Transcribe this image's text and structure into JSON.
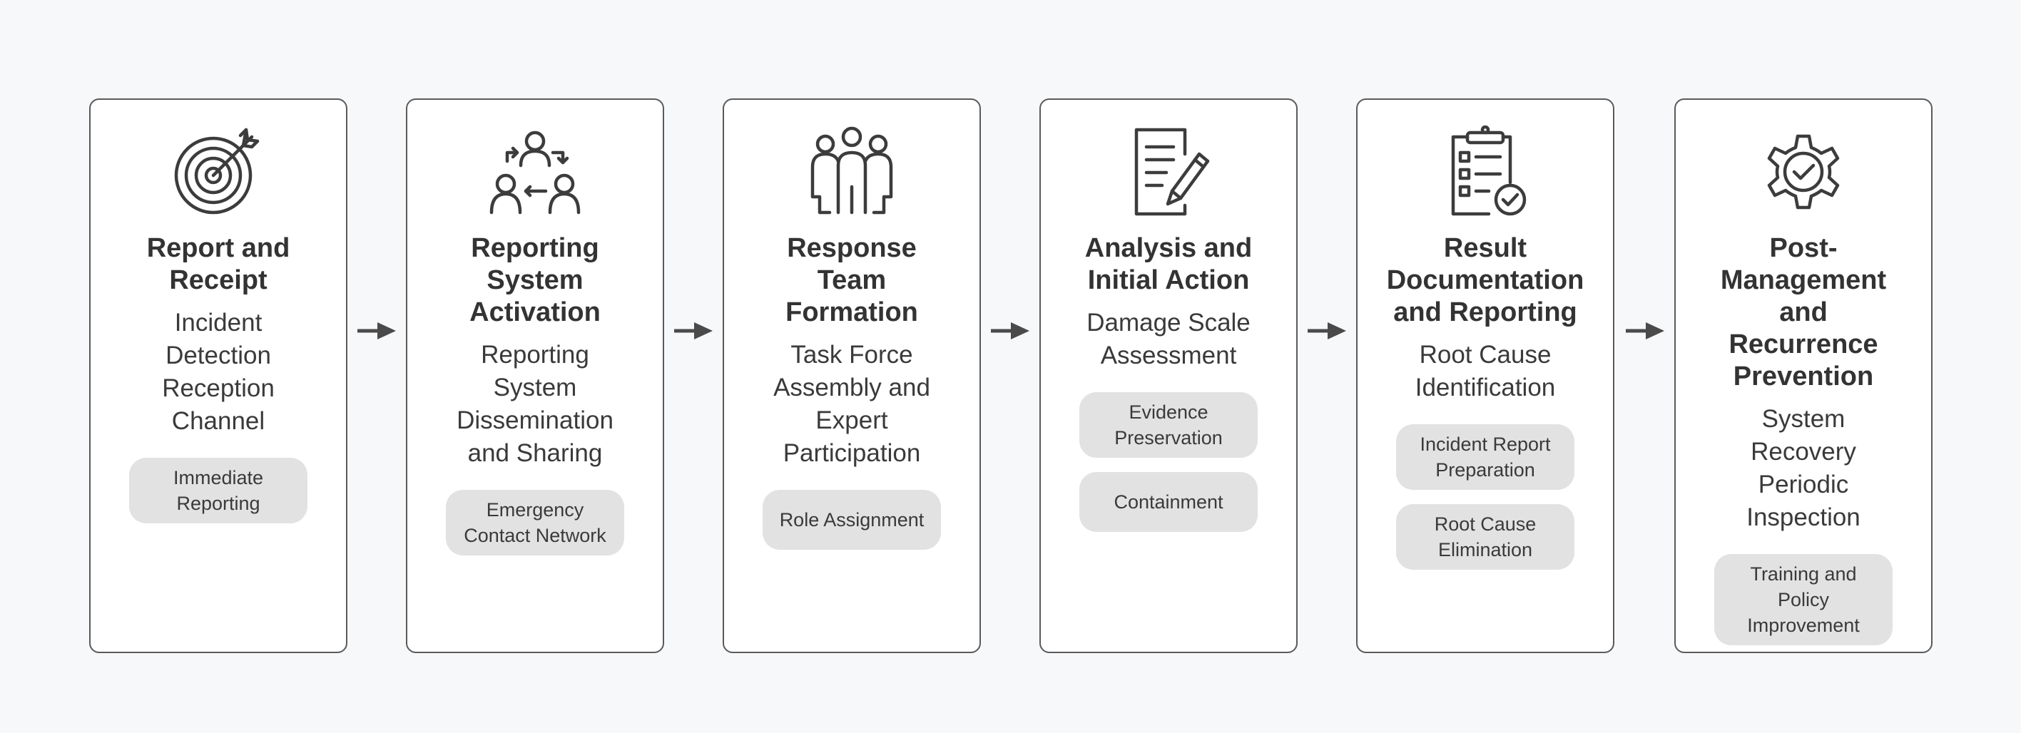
{
  "steps": [
    {
      "icon": "target-icon",
      "title": "Report and Receipt",
      "description": "Incident Detection Reception Channel",
      "tags": [
        "Immediate Reporting"
      ]
    },
    {
      "icon": "people-exchange-icon",
      "title": "Reporting System Activation",
      "description": "Reporting System Dissemination and Sharing",
      "tags": [
        "Emergency Contact Network"
      ]
    },
    {
      "icon": "team-icon",
      "title": "Response Team Formation",
      "description": "Task Force Assembly and Expert Participation",
      "tags": [
        "Role Assignment"
      ]
    },
    {
      "icon": "document-edit-icon",
      "title": "Analysis and Initial Action",
      "description": "Damage Scale Assessment",
      "tags": [
        "Evidence Preservation",
        "Containment"
      ]
    },
    {
      "icon": "clipboard-check-icon",
      "title": "Result Documentation and Reporting",
      "description": "Root Cause Identification",
      "tags": [
        "Incident Report Preparation",
        "Root Cause Elimination"
      ]
    },
    {
      "icon": "gear-check-icon",
      "title": "Post-Management and Recurrence Prevention",
      "description": "System Recovery Periodic Inspection",
      "tags": [
        "Training and Policy Improvement"
      ]
    }
  ],
  "colors": {
    "background": "#f7f8fa",
    "card": "#ffffff",
    "border": "#5a5a5a",
    "tag": "#e2e2e2",
    "text": "#333333",
    "arrow": "#4a4a4a"
  }
}
